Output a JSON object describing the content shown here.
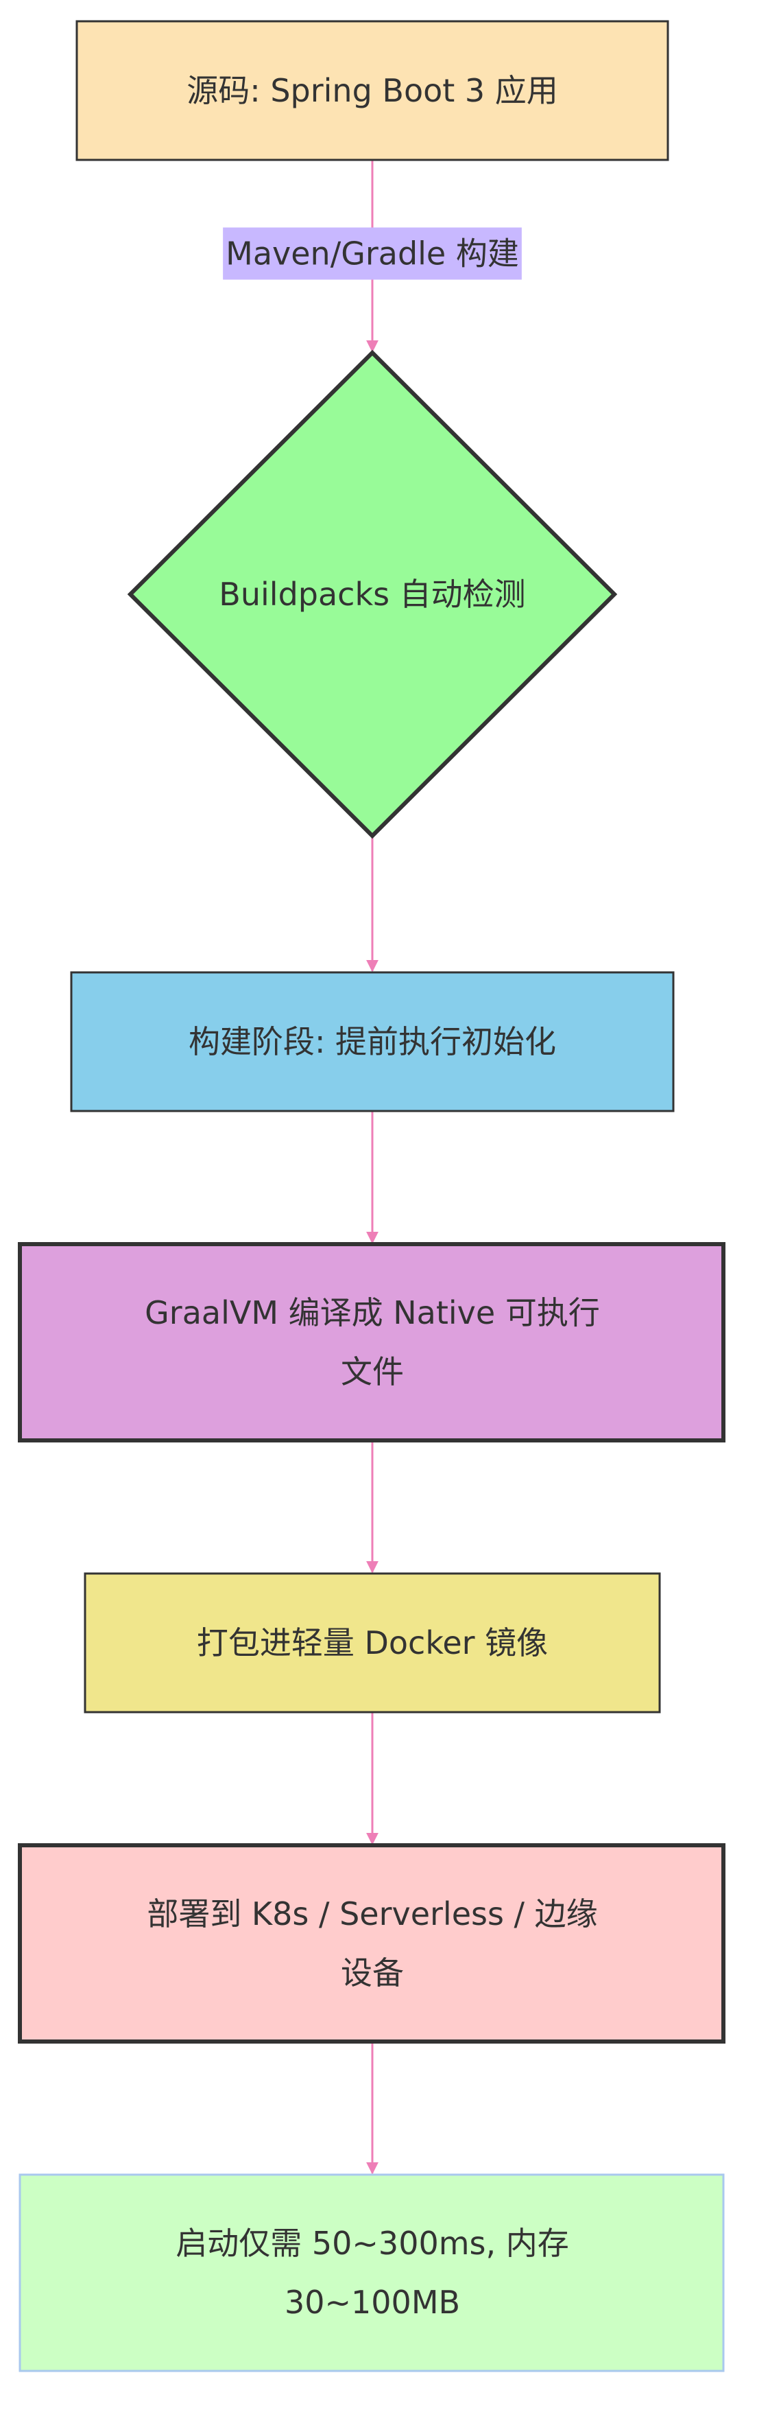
{
  "diagram": {
    "nodes": [
      {
        "id": "source",
        "shape": "rect",
        "fill": "#fde3b3",
        "stroke": "#333333",
        "text_lines": [
          "源码: Spring Boot 3 应用"
        ]
      },
      {
        "id": "buildpacks",
        "shape": "diamond",
        "fill": "#98fb98",
        "stroke": "#333333",
        "text_lines": [
          "Buildpacks 自动检测"
        ]
      },
      {
        "id": "aot",
        "shape": "rect",
        "fill": "#87ceeb",
        "stroke": "#333333",
        "text_lines": [
          "构建阶段: 提前执行初始化"
        ]
      },
      {
        "id": "graalvm",
        "shape": "rect",
        "fill": "#dda0dd",
        "stroke": "#333333",
        "text_lines": [
          "GraalVM 编译成 Native 可执行",
          "文件"
        ]
      },
      {
        "id": "docker",
        "shape": "rect",
        "fill": "#f0e68c",
        "stroke": "#333333",
        "text_lines": [
          "打包进轻量 Docker 镜像"
        ]
      },
      {
        "id": "deploy",
        "shape": "rect",
        "fill": "#ffcccc",
        "stroke": "#333333",
        "text_lines": [
          "部署到 K8s / Serverless / 边缘",
          "设备"
        ]
      },
      {
        "id": "startup",
        "shape": "rect",
        "fill": "#ccffc4",
        "stroke": "#a9c8ee",
        "text_lines": [
          "启动仅需 50~300ms, 内存",
          "30~100MB"
        ]
      }
    ],
    "edges": [
      {
        "from": "source",
        "to": "buildpacks",
        "label": "Maven/Gradle 构建",
        "label_bg": "#c8b8ff"
      },
      {
        "from": "buildpacks",
        "to": "aot",
        "label": ""
      },
      {
        "from": "aot",
        "to": "graalvm",
        "label": ""
      },
      {
        "from": "graalvm",
        "to": "docker",
        "label": ""
      },
      {
        "from": "docker",
        "to": "deploy",
        "label": ""
      },
      {
        "from": "deploy",
        "to": "startup",
        "label": ""
      }
    ],
    "edge_color": "#ee7fb7"
  }
}
